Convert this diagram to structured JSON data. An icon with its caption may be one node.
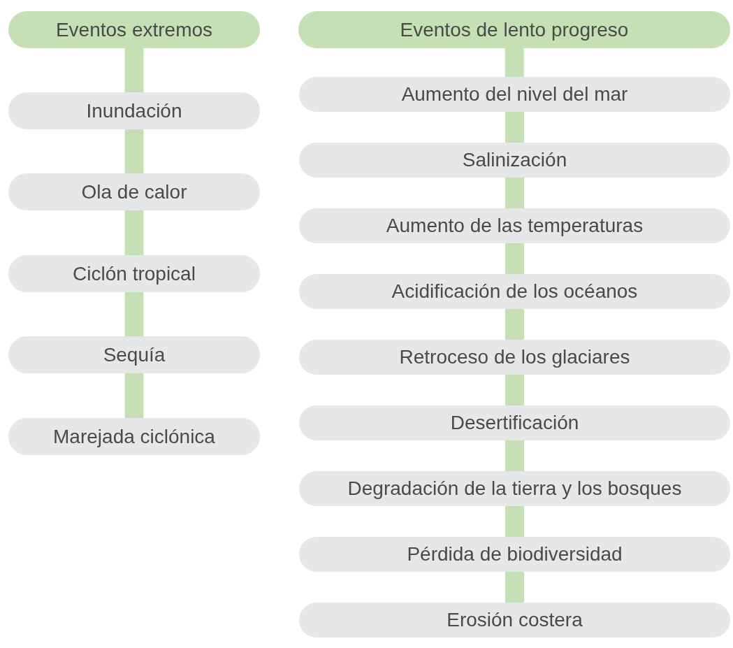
{
  "diagram": {
    "nodes": [
      {
        "text": [
          "Eventos extremos"
        ]
      },
      {
        "text": [
          "Inundación"
        ]
      },
      {
        "text": [
          "Ola de calor"
        ]
      },
      {
        "text": [
          "Ciclón tropical"
        ]
      },
      {
        "text": [
          "Sequía"
        ]
      },
      {
        "text": [
          "Marejada ciclónica"
        ]
      },
      {
        "text": [
          "Eventos de lento progreso"
        ]
      },
      {
        "text": [
          "Aumento del nivel del mar"
        ]
      },
      {
        "text": [
          "Salinización"
        ]
      },
      {
        "text": [
          "Aumento de las temperaturas"
        ]
      },
      {
        "text": [
          "Acidificación de los océanos"
        ]
      },
      {
        "text": [
          "Retroceso de los glaciares"
        ]
      },
      {
        "text": [
          "Desertificación"
        ]
      },
      {
        "text": [
          "Degradación de la tierra y los bosques"
        ]
      },
      {
        "text": [
          "Pérdida de biodiversidad"
        ]
      },
      {
        "text": [
          "Erosión costera"
        ]
      }
    ],
    "edges": [
      {
        "from": 0,
        "to": 1,
        "arrow": "none"
      },
      {
        "from": 1,
        "to": 2,
        "arrow": "none"
      },
      {
        "from": 2,
        "to": 3,
        "arrow": "none"
      },
      {
        "from": 3,
        "to": 4,
        "arrow": "none"
      },
      {
        "from": 4,
        "to": 5,
        "arrow": "none"
      },
      {
        "from": 6,
        "to": 7,
        "arrow": "none"
      },
      {
        "from": 7,
        "to": 8,
        "arrow": "none"
      },
      {
        "from": 8,
        "to": 9,
        "arrow": "none"
      },
      {
        "from": 9,
        "to": 10,
        "arrow": "none"
      },
      {
        "from": 10,
        "to": 11,
        "arrow": "none"
      },
      {
        "from": 11,
        "to": 12,
        "arrow": "none"
      },
      {
        "from": 12,
        "to": 13,
        "arrow": "none"
      },
      {
        "from": 13,
        "to": 14,
        "arrow": "none"
      },
      {
        "from": 14,
        "to": 15,
        "arrow": "none"
      }
    ]
  }
}
